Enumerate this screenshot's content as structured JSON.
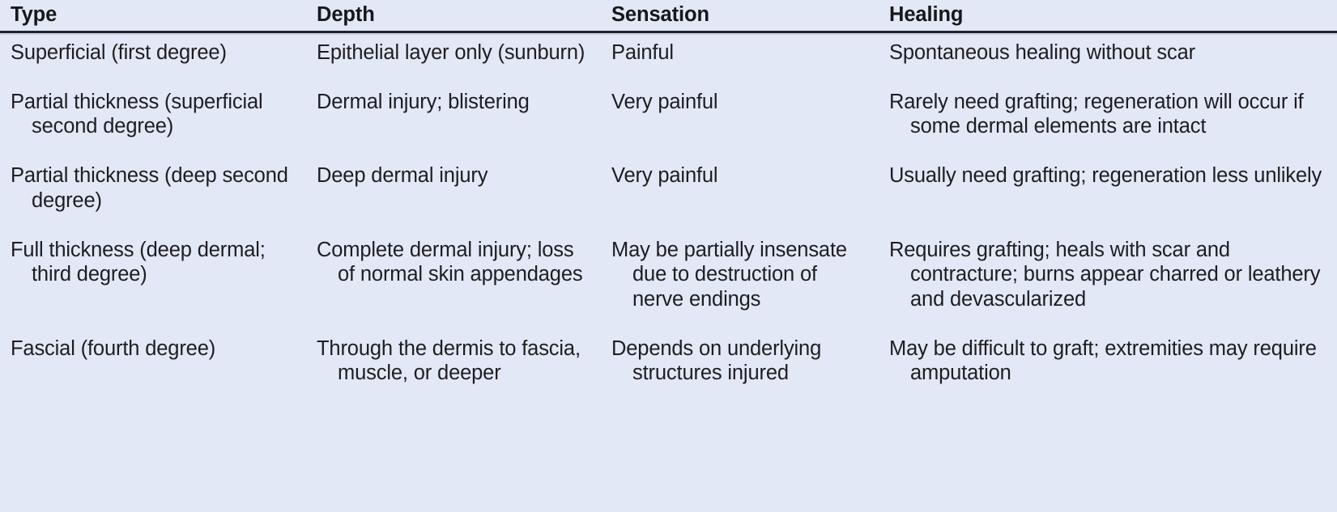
{
  "table": {
    "name": "burn-depth-classification-table",
    "background_color": "#e3e8f6",
    "header_rule_color": "#23232b",
    "text_color": "#1d1d22",
    "columns": [
      {
        "key": "type",
        "label": "Type"
      },
      {
        "key": "depth",
        "label": "Depth"
      },
      {
        "key": "sensation",
        "label": "Sensation"
      },
      {
        "key": "healing",
        "label": "Healing"
      }
    ],
    "rows": [
      {
        "type": "Superficial (first degree)",
        "depth": "Epithelial layer only (sunburn)",
        "sensation": "Painful",
        "healing": "Spontaneous healing without scar"
      },
      {
        "type": "Partial thickness (superficial second degree)",
        "depth": "Dermal injury; blistering",
        "sensation": "Very painful",
        "healing": "Rarely need grafting; regeneration will occur if some dermal elements are intact"
      },
      {
        "type": "Partial thickness (deep second degree)",
        "depth": "Deep dermal injury",
        "sensation": "Very painful",
        "healing": "Usually need grafting; regeneration less unlikely"
      },
      {
        "type": "Full thickness (deep dermal; third degree)",
        "depth": "Complete dermal injury; loss of normal skin appendages",
        "sensation": "May be partially insensate due to destruction of nerve endings",
        "healing": "Requires grafting; heals with scar and contracture; burns appear charred or leathery and devascularized"
      },
      {
        "type": "Fascial (fourth degree)",
        "depth": "Through the dermis to fascia, muscle, or deeper",
        "sensation": "Depends on underlying structures injured",
        "healing": "May be difficult to graft; extremities may require amputation"
      }
    ]
  }
}
